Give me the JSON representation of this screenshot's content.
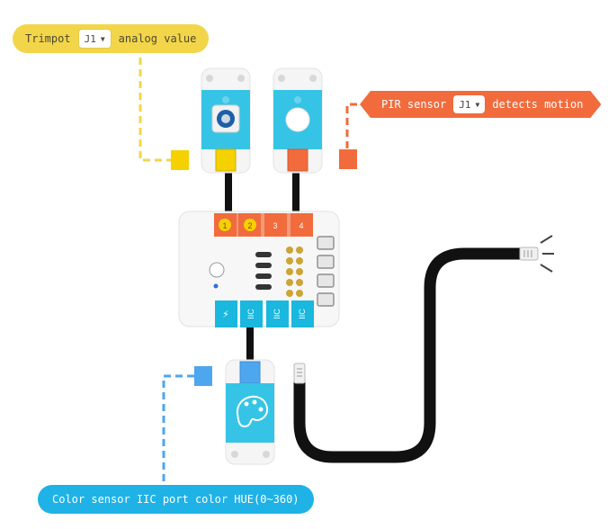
{
  "blocks": {
    "trimpot": {
      "prefix": "Trimpot",
      "port": "J1",
      "suffix": "analog value"
    },
    "pir": {
      "prefix": "PIR sensor",
      "port": "J1",
      "suffix": "detects motion"
    },
    "color": {
      "text": "Color sensor IIC port color HUE(0~360)"
    }
  },
  "hub": {
    "ports_top": [
      "1",
      "2",
      "3",
      "4"
    ],
    "ports_bottom": [
      "⚡",
      "IIC",
      "IIC",
      "IIC"
    ]
  },
  "colors": {
    "yellow": "#f3d54a",
    "orange": "#f16b3d",
    "blue": "#1fb2e6",
    "cyan": "#1ab7de",
    "module_teal": "#35c4e6",
    "light_blue": "#4ea6ef"
  },
  "icons": {
    "dropdown": "caret-down-icon",
    "power": "lightning-icon",
    "color_sensor": "palette-icon"
  }
}
